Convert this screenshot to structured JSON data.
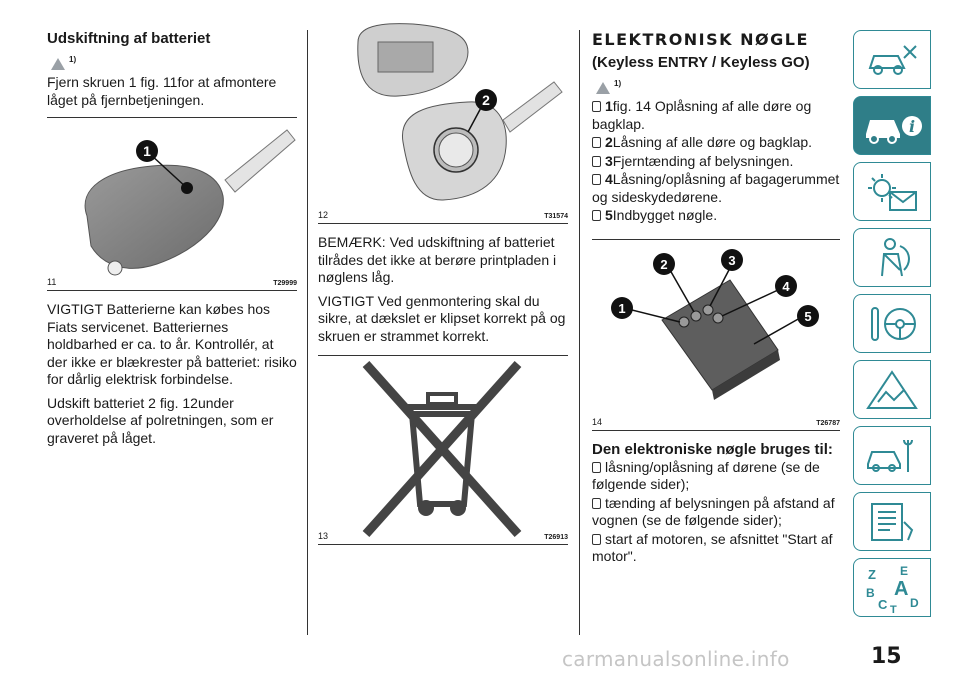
{
  "col1": {
    "heading": "Udskiftning af batteriet",
    "note1_ref": "1)",
    "para1": "Fjern skruen 1 fig. 11for at afmontere låget på fjernbetjeningen.",
    "fig11": {
      "callout": "1",
      "num": "11",
      "code": "T29999"
    },
    "para2": "VIGTIGT Batterierne kan købes hos Fiats servicenet. Batteriernes holdbarhed er ca. to år. Kontrollér, at der ikke er blækrester på batteriet: risiko for dårlig elektrisk forbindelse.",
    "para3": "Udskift batteriet 2 fig. 12under overholdelse af polretningen, som er graveret på låget."
  },
  "col2": {
    "fig12": {
      "callout": "2",
      "num": "12",
      "code": "T31574"
    },
    "para1": "BEMÆRK: Ved udskiftning af batteriet tilrådes det ikke at berøre printpladen i nøglens låg.",
    "para2": "VIGTIGT Ved genmontering skal du sikre, at dækslet er klipset korrekt på og skruen er strammet korrekt.",
    "fig13": {
      "num": "13",
      "code": "T26913"
    }
  },
  "col3": {
    "heading": "ELEKTRONISK NØGLE",
    "subheading": "(Keyless ENTRY / Keyless GO)",
    "note_ref": "1)",
    "items": [
      {
        "num": "1",
        "text": "fig. 14 Oplåsning af alle døre og bagklap."
      },
      {
        "num": "2",
        "text": "Låsning af alle døre og bagklap."
      },
      {
        "num": "3",
        "text": "Fjerntænding af belysningen."
      },
      {
        "num": "4",
        "text": "Låsning/oplåsning af bagagerummet og sideskydedørene."
      },
      {
        "num": "5",
        "text": "Indbygget nøgle."
      }
    ],
    "fig14": {
      "callouts": [
        "1",
        "2",
        "3",
        "4",
        "5"
      ],
      "num": "14",
      "code": "T26787"
    },
    "uses_heading": "Den elektroniske nøgle bruges til:",
    "uses": [
      "låsning/oplåsning af dørene (se de følgende sider);",
      "tænding af belysningen på afstand af vognen (se de følgende sider);",
      "start af motoren, se afsnittet \"Start af motor\"."
    ]
  },
  "sidebar": {
    "tabs": [
      {
        "name": "dashboard-tab",
        "icon": "car-dashboard-icon",
        "active": false
      },
      {
        "name": "vehicle-info-tab",
        "icon": "car-info-icon",
        "active": true
      },
      {
        "name": "lights-tab",
        "icon": "warning-light-icon",
        "active": false
      },
      {
        "name": "safety-tab",
        "icon": "seatbelt-icon",
        "active": false
      },
      {
        "name": "starting-tab",
        "icon": "steering-wheel-icon",
        "active": false
      },
      {
        "name": "emergency-tab",
        "icon": "warning-triangle-icon",
        "active": false
      },
      {
        "name": "maintenance-tab",
        "icon": "car-service-icon",
        "active": false
      },
      {
        "name": "technical-tab",
        "icon": "spec-list-icon",
        "active": false
      },
      {
        "name": "index-tab",
        "icon": "alphabet-index-icon",
        "active": false
      }
    ],
    "index_letters": "Z E B A C D T",
    "accent": "#2f7e88"
  },
  "page_number": "15",
  "watermark": "carmanualsonline.info"
}
